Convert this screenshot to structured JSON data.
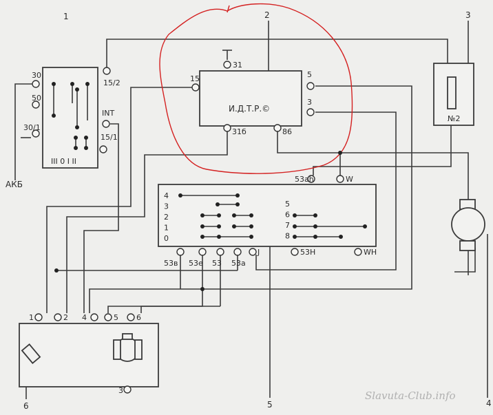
{
  "components": {
    "ignition": {
      "number": "1",
      "t30": "30",
      "t50": "50",
      "t30_1": "30/1",
      "t15_2": "15/2",
      "tint": "INT",
      "t15_1": "15/1",
      "positions": "III  0  I  II"
    },
    "relay": {
      "number": "2",
      "title": "И.Д.Т.Р.©",
      "t31": "31",
      "t15": "15",
      "t5": "5",
      "t3": "3",
      "t31b": "31б",
      "t86": "86"
    },
    "fuse": {
      "number": "3",
      "label": "№2"
    },
    "motor": {
      "number": "4"
    },
    "switch": {
      "number": "5",
      "rows_left": [
        "4",
        "3",
        "2",
        "1",
        "0"
      ],
      "rows_right": [
        "5",
        "6",
        "7",
        "8"
      ],
      "t53ah": "53ah",
      "tW": "W",
      "t53b": "53в",
      "t53e": "53e",
      "t53": "53",
      "t53a": "53a",
      "tJ": "J",
      "t53H": "53H",
      "tWH": "WH"
    },
    "wiper": {
      "number": "6",
      "t1": "1",
      "t2": "2",
      "t4": "4",
      "t5": "5",
      "t6": "6",
      "t3": "3"
    },
    "battery": {
      "label": "АКБ"
    }
  },
  "watermark": "Slavuta-Club.info",
  "highlight_color": "#d42020"
}
